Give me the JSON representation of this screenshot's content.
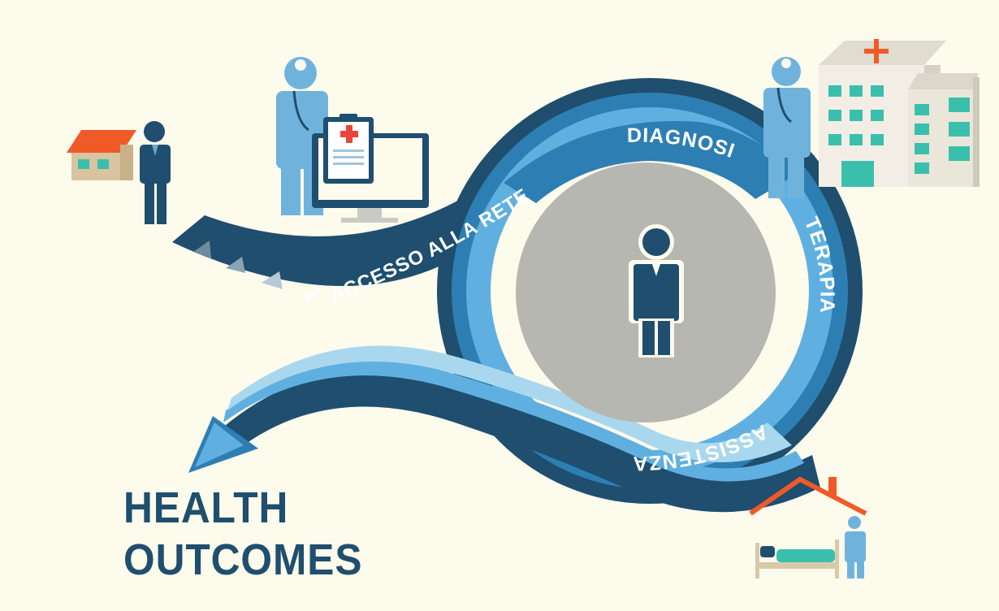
{
  "labels": {
    "access": "ACCESSO ALLA RETE",
    "diagnosis": "DIAGNOSI",
    "therapy": "TERAPIA",
    "assistance": "ASSISTENZA"
  },
  "outcome": {
    "line1": "HEALTH",
    "line2": "OUTCOMES"
  },
  "colors": {
    "background": "#fdfbec",
    "dark_blue": "#1f4e6e",
    "mid_blue": "#2d7fb3",
    "light_blue": "#5fb0e0",
    "pale_blue": "#a9d8ee",
    "orange": "#f05a28",
    "teal": "#3bbfad",
    "grey_disc": "#b7b7b1"
  }
}
